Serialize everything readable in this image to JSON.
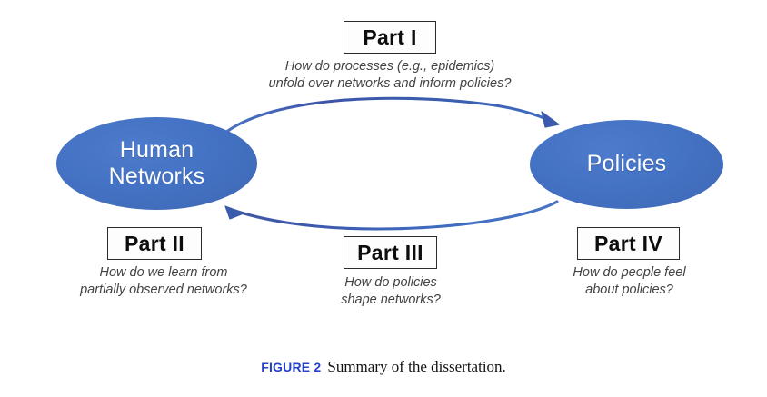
{
  "figure": {
    "caption_label": "FIGURE 2",
    "caption_text": "Summary of the dissertation.",
    "caption_label_color": "#2340c8",
    "background_color": "#ffffff"
  },
  "nodes": [
    {
      "id": "human-networks",
      "label": "Human\nNetworks",
      "line1": "Human",
      "line2": "Networks",
      "fill_color": "#4472c4",
      "text_color": "#ffffff"
    },
    {
      "id": "policies",
      "label": "Policies",
      "line1": "Policies",
      "line2": "",
      "fill_color": "#4472c4",
      "text_color": "#ffffff"
    }
  ],
  "arrows": [
    {
      "id": "networks-to-policies",
      "direction": "left-to-right",
      "position": "top",
      "color": "#3a5fb0",
      "part_label": "Part I"
    },
    {
      "id": "policies-to-networks",
      "direction": "right-to-left",
      "position": "bottom",
      "color": "#3a5fb0",
      "part_label": "Part III"
    }
  ],
  "parts": [
    {
      "id": "part-1",
      "title": "Part I",
      "caption": "How do processes (e.g., epidemics)\nunfold over networks and inform policies?"
    },
    {
      "id": "part-2",
      "title": "Part II",
      "caption": "How do we learn from\npartially observed networks?"
    },
    {
      "id": "part-3",
      "title": "Part III",
      "caption": "How do policies\nshape networks?"
    },
    {
      "id": "part-4",
      "title": "Part IV",
      "caption": "How do people feel\nabout policies?"
    }
  ]
}
